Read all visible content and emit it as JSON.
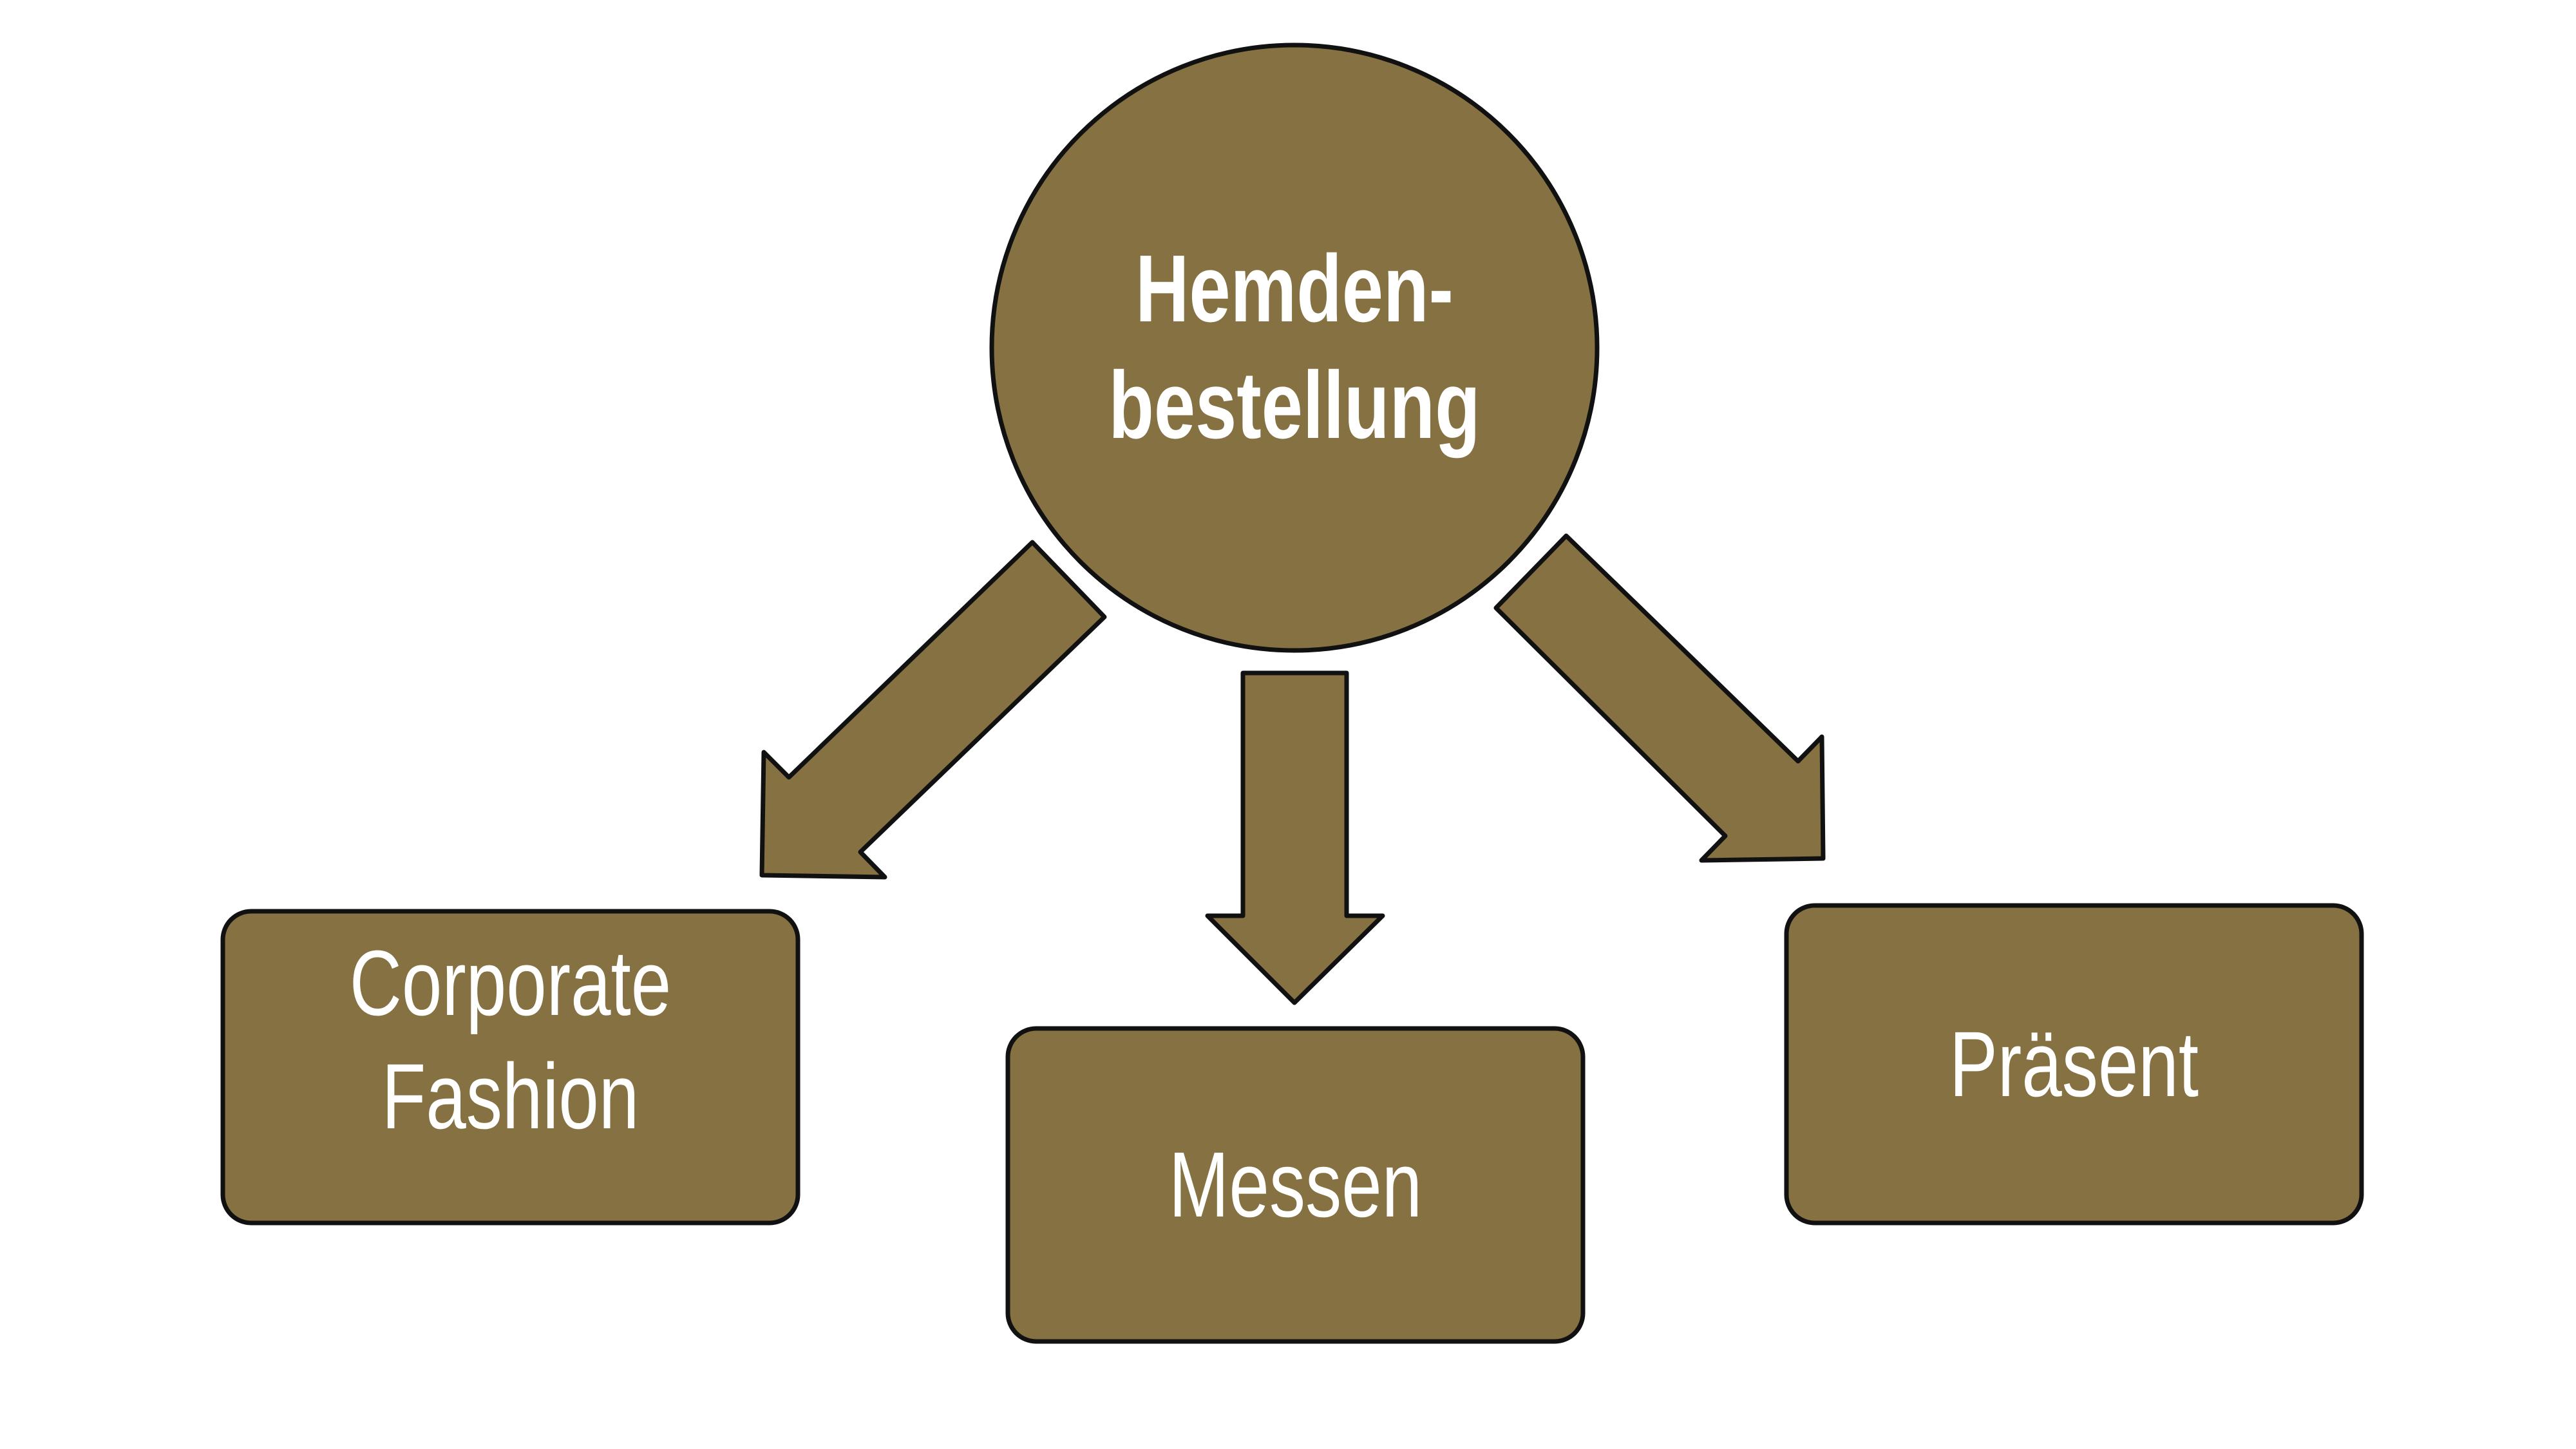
{
  "diagram": {
    "fill_color": "#857142",
    "stroke_color": "#111111",
    "text_color": "#ffffff",
    "center": {
      "line1": "Hemden-",
      "line2": "bestellung"
    },
    "nodes": [
      {
        "line1": "Corporate",
        "line2": "Fashion"
      },
      {
        "line1": "Messen"
      },
      {
        "line1": "Präsent"
      }
    ]
  }
}
